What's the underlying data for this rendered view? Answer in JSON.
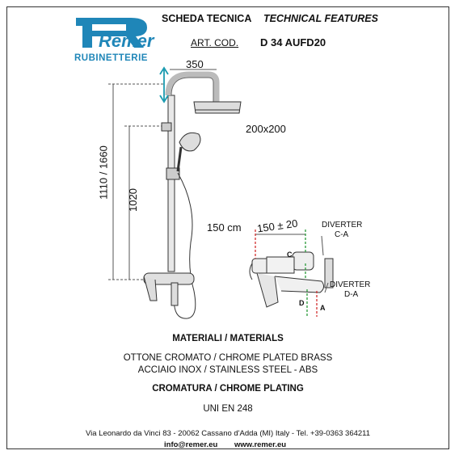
{
  "brand": {
    "name": "Remer",
    "subtitle": "RUBINETTERIE",
    "color": "#1f86b8"
  },
  "header": {
    "title_it": "SCHEDA TECNICA",
    "title_en": "TECHNICAL FEATURES",
    "art_label": "ART. COD.",
    "art_code": "D 34 AUFD20"
  },
  "dimensions": {
    "arm": "350",
    "head": "200x200",
    "height": "1110 / 1660",
    "bar_height": "1020",
    "hose": "150 cm",
    "centers": "150 ± 20"
  },
  "diverter": {
    "ca_line1": "DIVERTER",
    "ca_line2": "C-A",
    "da_line1": "DIVERTER",
    "da_line2": "D-A",
    "label_c": "C",
    "label_d": "D",
    "label_a": "A"
  },
  "materials": {
    "heading": "MATERIALI / MATERIALS",
    "line1": "OTTONE CROMATO / CHROME PLATED BRASS",
    "line2": "ACCIAIO INOX / STAINLESS STEEL - ABS",
    "plating": "CROMATURA / CHROME PLATING",
    "standard": "UNI EN 248"
  },
  "footer": {
    "address": "Via Leonardo da Vinci 83 - 20062 Cassano d'Adda (MI) Italy - Tel. +39-0363 364211",
    "email": "info@remer.eu",
    "web": "www.remer.eu"
  },
  "colors": {
    "accent_teal": "#1b9bb0",
    "diverter_red": "#d23030",
    "diverter_green": "#2a9a3a"
  }
}
